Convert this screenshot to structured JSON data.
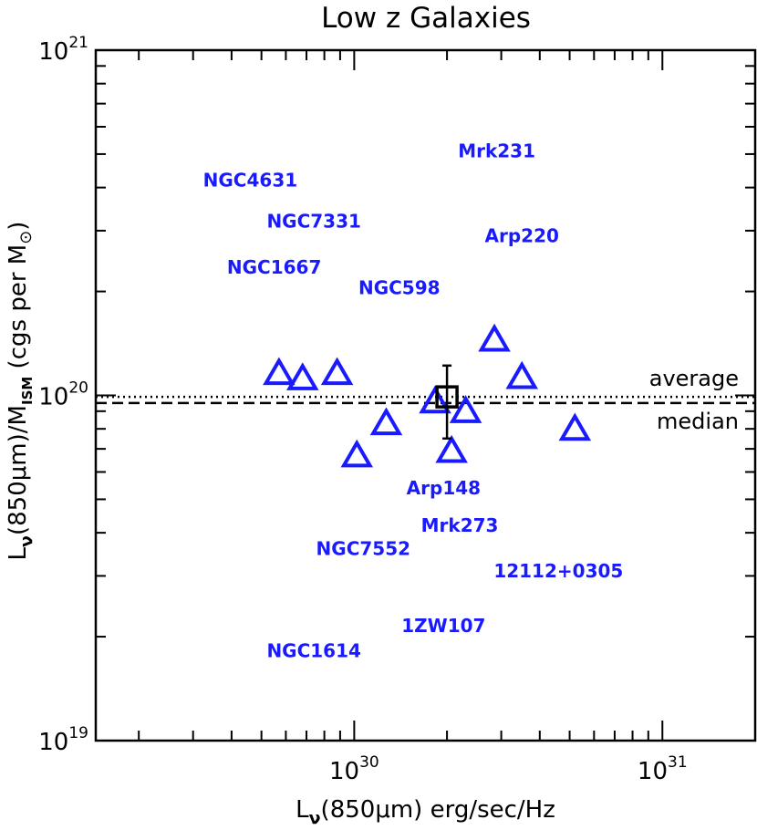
{
  "chart_data": {
    "type": "scatter",
    "title": "Low z Galaxies",
    "xlabel": {
      "base": "L",
      "sub": "ν",
      "rest": "(850μm) erg/sec/Hz"
    },
    "ylabel": {
      "base": "L",
      "sub1": "ν",
      "mid": "(850μm)/M",
      "sub2": "ISM",
      "rest": " (cgs per M",
      "sun": "⊙",
      "close": ")"
    },
    "x_scale": "log",
    "y_scale": "log",
    "xlim": [
      1.45e+29,
      2e+31
    ],
    "ylim": [
      1e+19,
      1e+21
    ],
    "x_ticks": [
      {
        "value": 1e+30,
        "base": "10",
        "exp": "30"
      },
      {
        "value": 1e+31,
        "base": "10",
        "exp": "31"
      }
    ],
    "y_ticks": [
      {
        "value": 1e+19,
        "base": "10",
        "exp": "19"
      },
      {
        "value": 1e+20,
        "base": "10",
        "exp": "20"
      },
      {
        "value": 1e+21,
        "base": "10",
        "exp": "21"
      }
    ],
    "grid": false,
    "colors": {
      "points": "#1a1aff",
      "labels": "#1a1aff",
      "axes": "#000000",
      "reference": "#000000"
    },
    "points": [
      {
        "x": 5.7e+29,
        "y": 1.16e+20
      },
      {
        "x": 6.8e+29,
        "y": 1.12e+20
      },
      {
        "x": 8.8e+29,
        "y": 1.16e+20
      },
      {
        "x": 1.02e+30,
        "y": 6.7e+19
      },
      {
        "x": 1.27e+30,
        "y": 8.3e+19
      },
      {
        "x": 1.83e+30,
        "y": 9.6e+19
      },
      {
        "x": 2.07e+30,
        "y": 6.9e+19
      },
      {
        "x": 2.3e+30,
        "y": 9e+19
      },
      {
        "x": 2.85e+30,
        "y": 1.45e+20
      },
      {
        "x": 3.5e+30,
        "y": 1.13e+20
      },
      {
        "x": 5.2e+30,
        "y": 8e+19
      }
    ],
    "mean_point": {
      "x": 2e+30,
      "y": 9.9e+19,
      "y_err_low": 7.5e+19,
      "y_err_high": 1.22e+20
    },
    "reference_lines": [
      {
        "name": "average",
        "y": 9.9e+19,
        "style": "dotted"
      },
      {
        "name": "median",
        "y": 9.5e+19,
        "style": "dashed"
      }
    ],
    "galaxy_labels": [
      {
        "text": "Mrk231",
        "x": 2.9e+30,
        "y": 5.1e+20
      },
      {
        "text": "NGC4631",
        "x": 4.6e+29,
        "y": 4.2e+20
      },
      {
        "text": "NGC7331",
        "x": 7.4e+29,
        "y": 3.2e+20
      },
      {
        "text": "Arp220",
        "x": 3.5e+30,
        "y": 2.9e+20
      },
      {
        "text": "NGC1667",
        "x": 5.5e+29,
        "y": 2.35e+20
      },
      {
        "text": "NGC598",
        "x": 1.4e+30,
        "y": 2.05e+20
      },
      {
        "text": "Arp148",
        "x": 1.95e+30,
        "y": 5.4e+19
      },
      {
        "text": "Mrk273",
        "x": 2.2e+30,
        "y": 4.2e+19
      },
      {
        "text": "NGC7552",
        "x": 1.07e+30,
        "y": 3.6e+19
      },
      {
        "text": "12112+0305",
        "x": 4.6e+30,
        "y": 3.1e+19
      },
      {
        "text": "1ZW107",
        "x": 1.95e+30,
        "y": 2.15e+19
      },
      {
        "text": "NGC1614",
        "x": 7.4e+29,
        "y": 1.82e+19
      }
    ]
  }
}
